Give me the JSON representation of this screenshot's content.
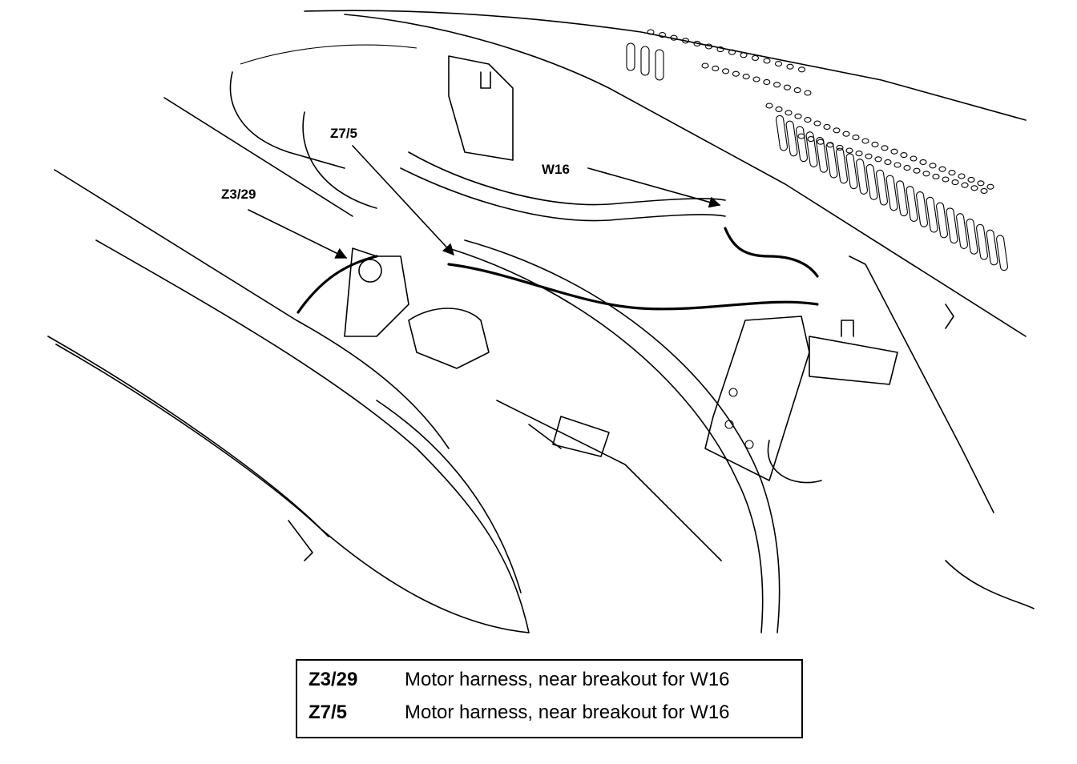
{
  "callouts": [
    {
      "id": "z3-29",
      "label": "Z3/29"
    },
    {
      "id": "z7-5",
      "label": "Z7/5"
    },
    {
      "id": "w16",
      "label": "W16"
    }
  ],
  "legend": {
    "rows": [
      {
        "code": "Z3/29",
        "description": "Motor harness, near breakout for W16"
      },
      {
        "code": "Z7/5",
        "description": "Motor harness, near breakout for W16"
      }
    ]
  }
}
